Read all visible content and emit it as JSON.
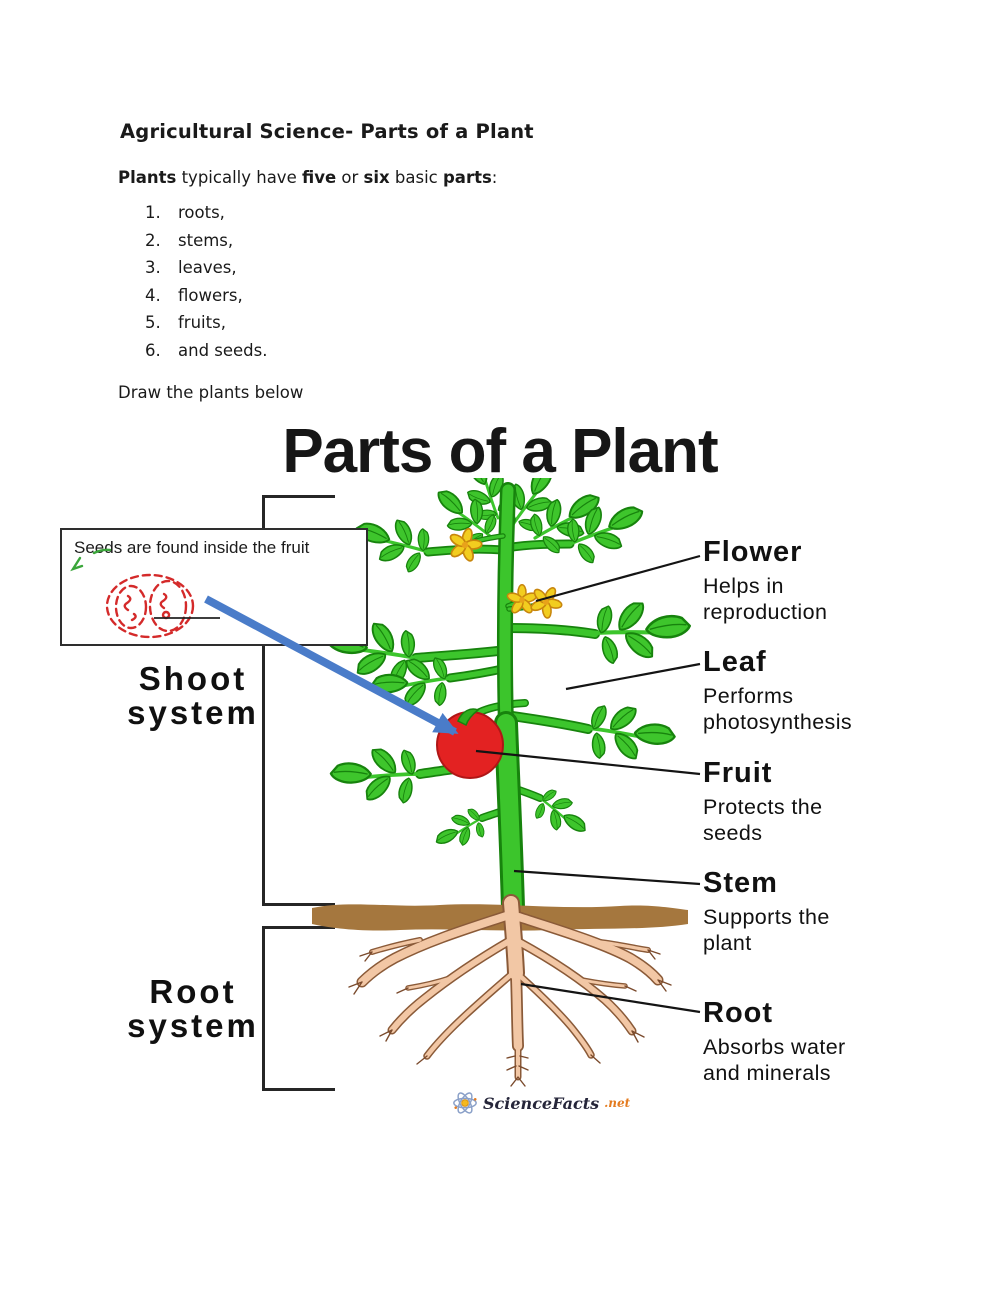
{
  "header": {
    "title": "Agricultural Science- Parts of a Plant",
    "intro": {
      "b1": "Plants",
      "t1": " typically have ",
      "b2": "five",
      "t2": " or ",
      "b3": "six",
      "t3": " basic ",
      "b4": "parts",
      "t4": ":"
    },
    "list": [
      {
        "num": "1.",
        "text": "roots,"
      },
      {
        "num": "2.",
        "text": "stems,"
      },
      {
        "num": "3.",
        "text": "leaves,"
      },
      {
        "num": "4.",
        "text": " flowers,"
      },
      {
        "num": "5.",
        "text": "fruits,"
      },
      {
        "num": "6.",
        "text": "and seeds."
      }
    ],
    "draw_prompt": "Draw the plants below"
  },
  "diagram": {
    "title": "Parts of a Plant",
    "callout": {
      "text": "Seeds are found inside the fruit"
    },
    "shoot_system": "Shoot\nsystem",
    "root_system": "Root\nsystem",
    "labels": [
      {
        "title": "Flower",
        "desc": "Helps in\nreproduction"
      },
      {
        "title": "Leaf",
        "desc": "Performs\nphotosynthesis"
      },
      {
        "title": "Fruit",
        "desc": "Protects the\nseeds"
      },
      {
        "title": "Stem",
        "desc": "Supports the\nplant"
      },
      {
        "title": "Root",
        "desc": "Absorbs water\nand minerals"
      }
    ],
    "logo": {
      "brand": "ScienceFacts",
      "tld": ".net"
    },
    "colors": {
      "leaf_green": "#3ec52c",
      "stem_green": "#3cc52c",
      "outline_green": "#17830d",
      "fruit_red": "#e32222",
      "flower_yellow": "#f2cd1f",
      "soil_brown": "#a5773e",
      "root_pink": "#f2c7a5",
      "root_outline": "#8a5a38",
      "arrow_blue": "#4a7cc9",
      "sketch_red": "#d42a2a"
    }
  }
}
